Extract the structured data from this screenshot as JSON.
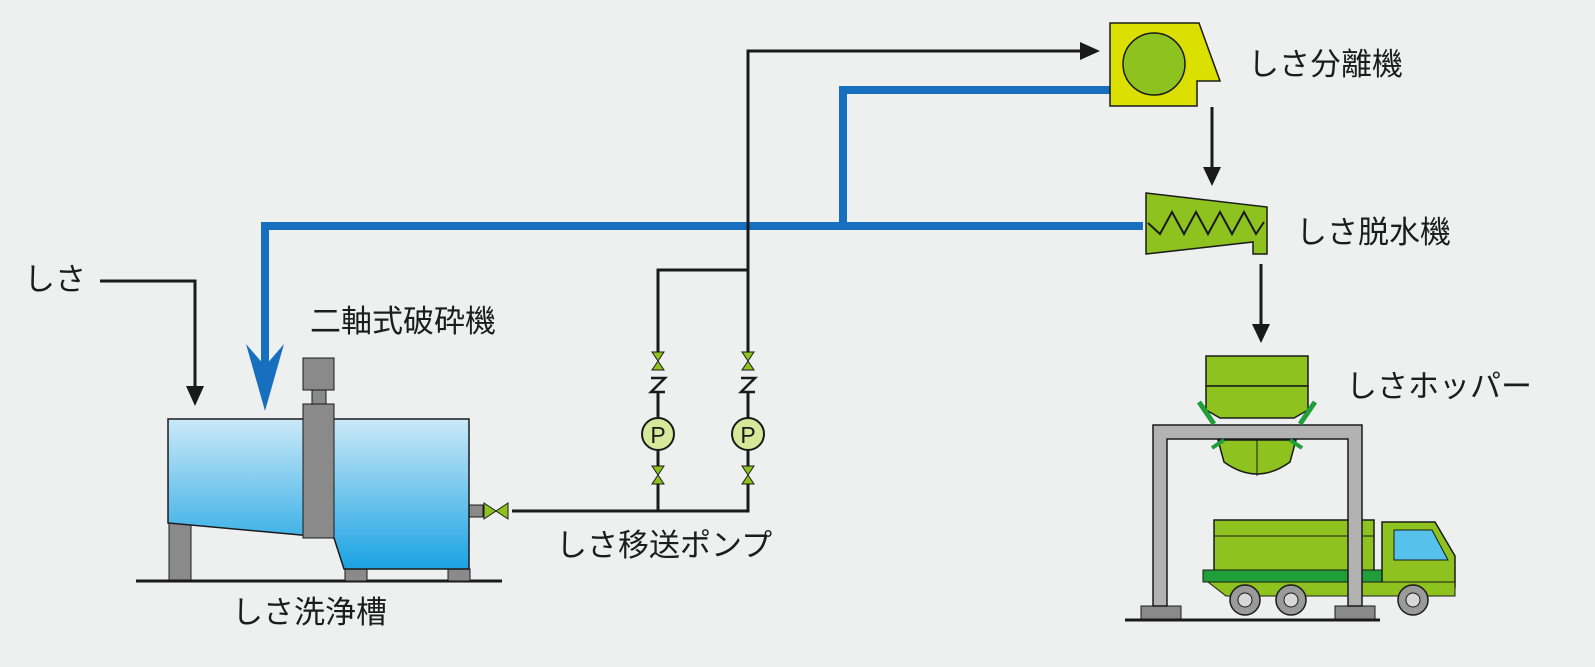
{
  "labels": {
    "input": "しさ",
    "crusher": "二軸式破砕機",
    "washing_tank": "しさ洗浄槽",
    "transfer_pump": "しさ移送ポンプ",
    "separator": "しさ分離機",
    "dewatering_machine": "しさ脱水機",
    "hopper": "しさホッパー"
  },
  "pump_symbol": "P",
  "colors": {
    "background": "#eef0ef",
    "water_line": "#1670bf",
    "solids_line": "#1a1a1a",
    "equipment_green": "#8dc21f",
    "separator_yellow": "#dbe000",
    "tank_blue": "#35a8e0",
    "frame_gray": "#b2b2b2",
    "machine_gray": "#8a8a8a",
    "truck_window": "#56c1ea"
  }
}
